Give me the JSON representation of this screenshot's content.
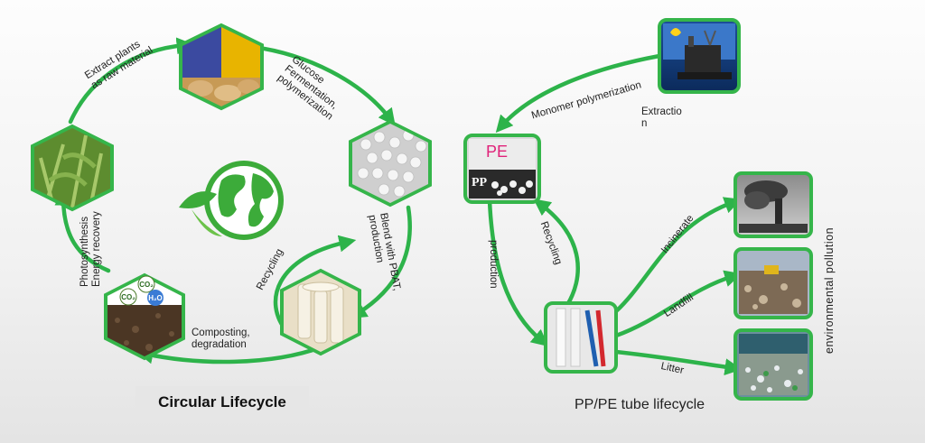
{
  "left_diagram": {
    "title": "Circular Lifecycle",
    "labels": {
      "extract": "Extract plants\nas raw material",
      "glucose": "Glucose\nFermentation,\npolymerization",
      "blend": "Blend with PBAT,\nproduction",
      "recycling": "Recycling",
      "composting": "Composting,\ndegradation",
      "photosynthesis": "Photosynthesis\nEnergy recovery"
    },
    "soil_badges": [
      "CO₂",
      "CO₂",
      "H₂O"
    ]
  },
  "right_diagram": {
    "title": "PP/PE tube lifecycle",
    "labels": {
      "monomer": "Monomer polymerization",
      "extraction": "Extractio\nn",
      "production": "production",
      "recycling": "Recycling",
      "incinerate": "Incinerate",
      "landfill": "Landfill",
      "litter": "Litter",
      "pollution": "environmental pollution"
    },
    "pe_tile_text": [
      "PE",
      "PP"
    ]
  },
  "colors": {
    "arrow_green": "#2db34a",
    "frame_green": "#35b54a",
    "pe_pink": "#e0237a"
  }
}
